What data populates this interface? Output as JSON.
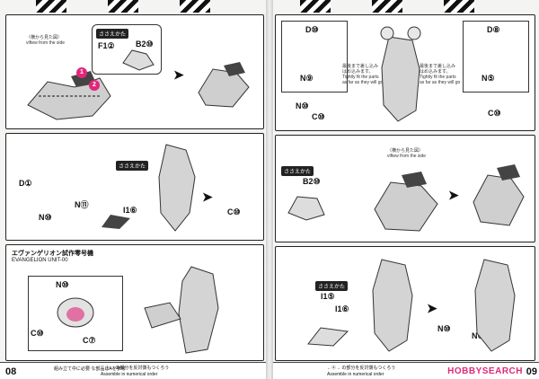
{
  "left_page": {
    "page_number": "08",
    "panel1": {
      "view_note_ja": "（横から見た図）",
      "view_note_en": "viftew from the side",
      "parts": {
        "f1": "F1②",
        "b2": "B2⑩"
      },
      "tag": "ささえかた"
    },
    "panel2": {
      "parts": {
        "d": "D①",
        "n1": "N⑪",
        "n2": "N⑩",
        "i1": "I1⑥",
        "c": "C⑩"
      },
      "tag": "ささえかた"
    },
    "panel3": {
      "title_ja": "エヴァンゲリオン試作零号機",
      "title_en": "EVANGELION UNIT-00",
      "parts": {
        "n": "N⑩",
        "c1": "C⑩",
        "c2": "C⑦"
      }
    },
    "footer_legend_ja": "←④→ の部分を反対側もつくろう",
    "footer_legend_en": "Assemble in numerical order",
    "footer_box": "組み立て中に必要\nな部品はAを参考"
  },
  "right_page": {
    "page_number": "09",
    "brand_left": "HOBBY",
    "brand_right": "SEARCH",
    "panel1": {
      "parts": {
        "d1": "D⑩",
        "n1": "N⑨",
        "d2": "D⑧",
        "n2": "N⑤",
        "n3": "N⑩",
        "c1": "C⑩",
        "c2": "C⑩"
      },
      "note_ja": "最後まで差し込み\nはめ込みます。",
      "note_en": "Tightly fit the parts\nas far as they will go"
    },
    "panel2": {
      "view_note_ja": "（横から見た図）",
      "view_note_en": "viftew from the side",
      "parts": {
        "b": "B2⑩"
      },
      "tag": "ささえかた"
    },
    "panel3": {
      "parts": {
        "i1": "I1⑤",
        "i2": "I1⑥",
        "n1": "N⑩",
        "n2": "N⑩"
      },
      "tag": "ささえかた"
    },
    "footer_legend_ja": "←④→ の部分を反対側もつくろう",
    "footer_legend_en": "Assemble in numerical order"
  },
  "colors": {
    "accent": "#e0287a",
    "ink": "#111111",
    "page": "#f4f4f2"
  }
}
